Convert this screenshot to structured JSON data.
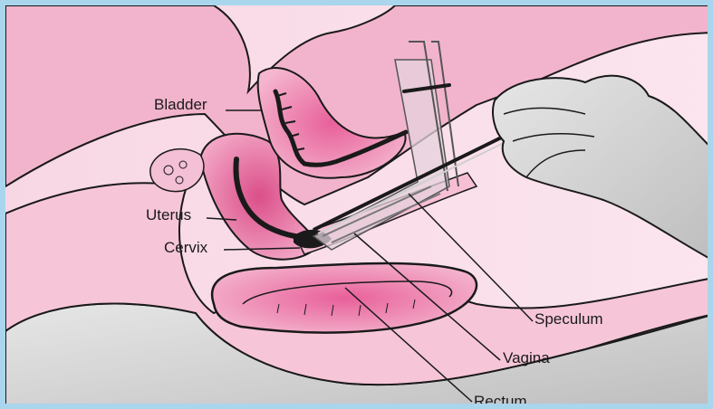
{
  "labels": {
    "bladder": "Bladder",
    "uterus": "Uterus",
    "cervix": "Cervix",
    "speculum": "Speculum",
    "vagina": "Vagina",
    "rectum": "Rectum"
  },
  "colors": {
    "border": "#a9d6ec",
    "tissue_light": "#f7d3e1",
    "tissue_mid": "#ee9ec0",
    "tissue_deep": "#d9528a",
    "hand": "#c9c9c9",
    "outline": "#1a1a1a"
  }
}
